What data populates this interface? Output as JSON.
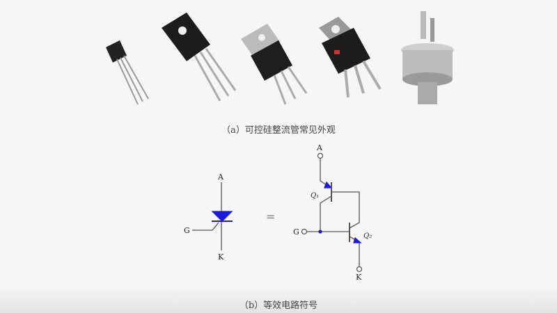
{
  "captions": {
    "a": "（a）可控硅整流管常见外观",
    "b": "（b）等效电路符号"
  },
  "symbol": {
    "anode": "A",
    "cathode": "K",
    "gate": "G",
    "equals": "="
  },
  "circuit": {
    "anode": "A",
    "cathode": "K",
    "gate": "G",
    "q1": "Q₁",
    "q2": "Q₂"
  },
  "colors": {
    "wire": "#555555",
    "accent": "#1a1ad8"
  }
}
